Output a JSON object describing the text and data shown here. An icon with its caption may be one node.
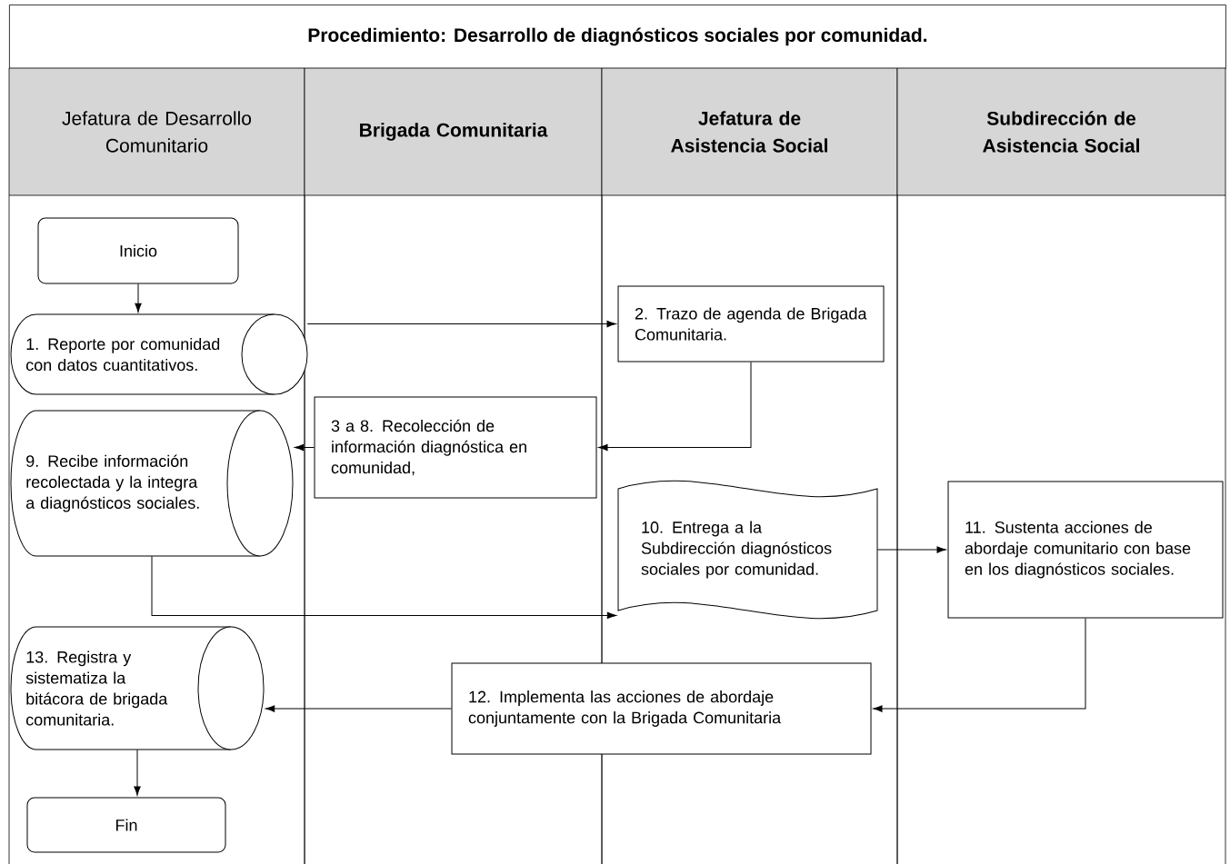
{
  "diagram": {
    "title": "Procedimiento: Desarrollo de diagnósticos sociales por comunidad.",
    "nodes": [
      {
        "text": [
          "Jefatura de Desarrollo Comunitario"
        ]
      },
      {
        "text": [
          "Brigada Comunitaria"
        ]
      },
      {
        "text": [
          "Jefatura de Asistencia Social"
        ]
      },
      {
        "text": [
          "Subdirección de Asistencia Social"
        ]
      },
      {
        "text": [
          "Inicio"
        ],
        "in": 0
      },
      {
        "text": [
          "1. Reporte por comunidad con datos cuantitativos."
        ],
        "in": 0
      },
      {
        "text": [
          "2. Trazo de agenda de Brigada Comunitaria."
        ],
        "in": 2
      },
      {
        "text": [
          "3 a 8. Recolección de información diagnóstica en comunidad,"
        ],
        "in": 1
      },
      {
        "text": [
          "9. Recibe información recolectada y la integra a diagnósticos sociales."
        ],
        "in": 0
      },
      {
        "text": [
          "10. Entrega a la Subdirección diagnósticos sociales por comunidad."
        ],
        "in": 2
      },
      {
        "text": [
          "11. Sustenta acciones de abordaje comunitario con base en los diagnósticos sociales."
        ],
        "in": 3
      },
      {
        "text": [
          "13. Registra y sistematiza la bitácora de brigada comunitaria."
        ],
        "in": 0
      },
      {
        "text": [
          "12. Implementa las acciones de abordaje conjuntamente con la Brigada Comunitaria"
        ]
      },
      {
        "text": [
          "Fin"
        ],
        "in": 0
      }
    ],
    "edges": [
      {
        "from": 4,
        "to": 5,
        "arrow": "to"
      },
      {
        "from": 5,
        "to": 6,
        "arrow": "to"
      },
      {
        "from": 6,
        "to": 7,
        "arrow": "to"
      },
      {
        "from": 7,
        "to": 8,
        "arrow": "to"
      },
      {
        "from": 8,
        "to": 9,
        "arrow": "to"
      },
      {
        "from": 9,
        "to": 10,
        "arrow": "to"
      },
      {
        "from": 10,
        "to": 12,
        "arrow": "to"
      },
      {
        "from": 12,
        "to": 11,
        "arrow": "to"
      },
      {
        "from": 11,
        "to": 13,
        "arrow": "to"
      }
    ]
  }
}
